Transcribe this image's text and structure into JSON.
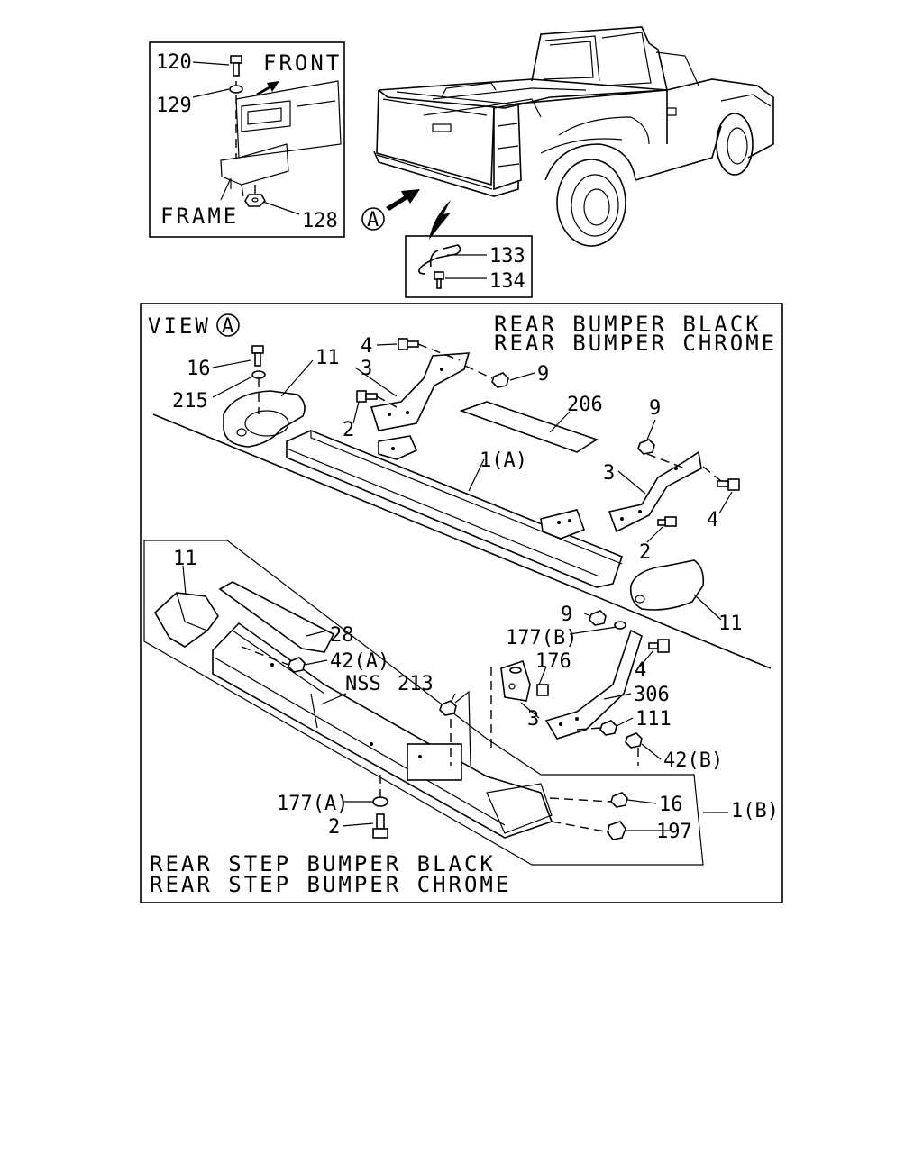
{
  "inset_frame": {
    "callouts": [
      "120",
      "129",
      "128"
    ],
    "front_label": "FRONT",
    "frame_label": "FRAME"
  },
  "hook_box": {
    "callouts": [
      "133",
      "134"
    ]
  },
  "view_marker": "A",
  "main": {
    "view_label": "VIEW",
    "title_line1": "REAR BUMPER BLACK",
    "title_line2": "REAR BUMPER CHROME",
    "bottom_line1": "REAR STEP BUMPER BLACK",
    "bottom_line2": "REAR STEP BUMPER CHROME"
  },
  "callouts": {
    "c4a": "4",
    "c3a": "3",
    "c9a": "9",
    "c16a": "16",
    "c11a": "11",
    "c215": "215",
    "c206": "206",
    "c2a": "2",
    "c9b": "9",
    "c3b": "3",
    "c1a": "1(A)",
    "c4b": "4",
    "c2b": "2",
    "c11b": "11",
    "c11c": "11",
    "c28": "28",
    "c42a": "42(A)",
    "cnss": "NSS",
    "c213": "213",
    "c9c": "9",
    "c177b": "177(B)",
    "c176": "176",
    "c4c": "4",
    "c3c": "3",
    "c306": "306",
    "c111": "111",
    "c42b": "42(B)",
    "c177a": "177(A)",
    "c2c": "2",
    "c16b": "16",
    "c1b": "1(B)",
    "c197": "197"
  }
}
